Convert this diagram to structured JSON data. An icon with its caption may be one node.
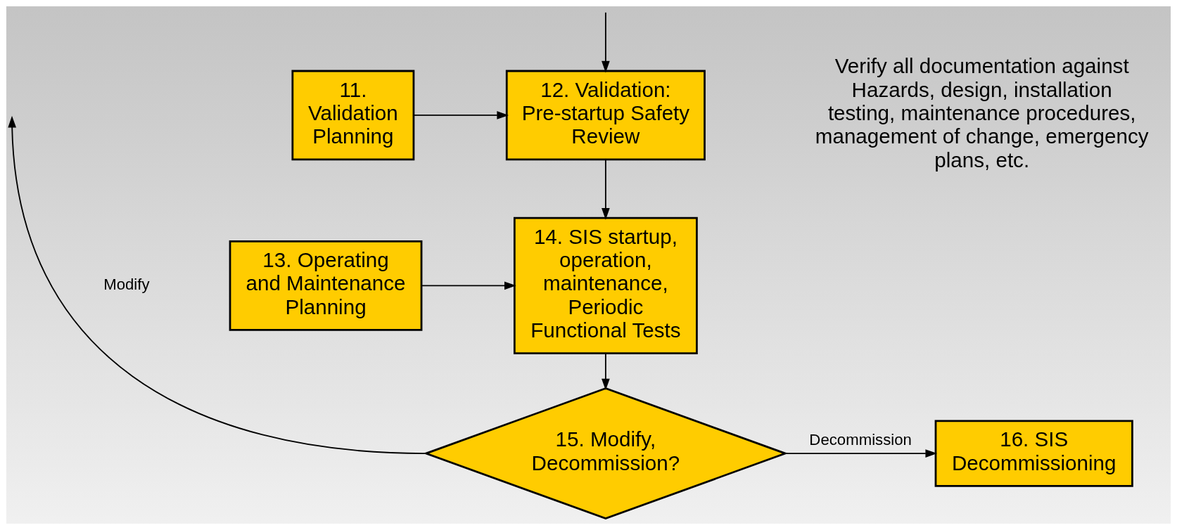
{
  "diagram": {
    "nodes": [
      {
        "text": [
          "11. Validation Planning"
        ]
      },
      {
        "text": [
          "12. Validation: Pre-startup Safety Review"
        ]
      },
      {
        "text": [
          "13. Operating and Maintenance Planning"
        ]
      },
      {
        "text": [
          "14. SIS startup, operation, maintenance, Periodic Functional Tests"
        ]
      },
      {
        "text": [
          "15. Modify, Decommission?"
        ]
      },
      {
        "text": [
          "16. SIS Decommissioning"
        ]
      }
    ],
    "edges": [
      {
        "from": null,
        "to": 1,
        "arrow": "to"
      },
      {
        "from": 0,
        "to": 1,
        "arrow": "to"
      },
      {
        "from": 1,
        "to": 3,
        "arrow": "to"
      },
      {
        "from": 2,
        "to": 3,
        "arrow": "to"
      },
      {
        "from": 3,
        "to": 4,
        "arrow": "to"
      },
      {
        "from": 4,
        "to": 5,
        "label": "Decommission",
        "arrow": "to"
      },
      {
        "from": 4,
        "to": null,
        "label": "Modify",
        "arrow": "to"
      }
    ],
    "labels": [
      "Verify all documentation against Hazards, design, installation testing, maintenance procedures, management of change, emergency plans, etc."
    ]
  }
}
